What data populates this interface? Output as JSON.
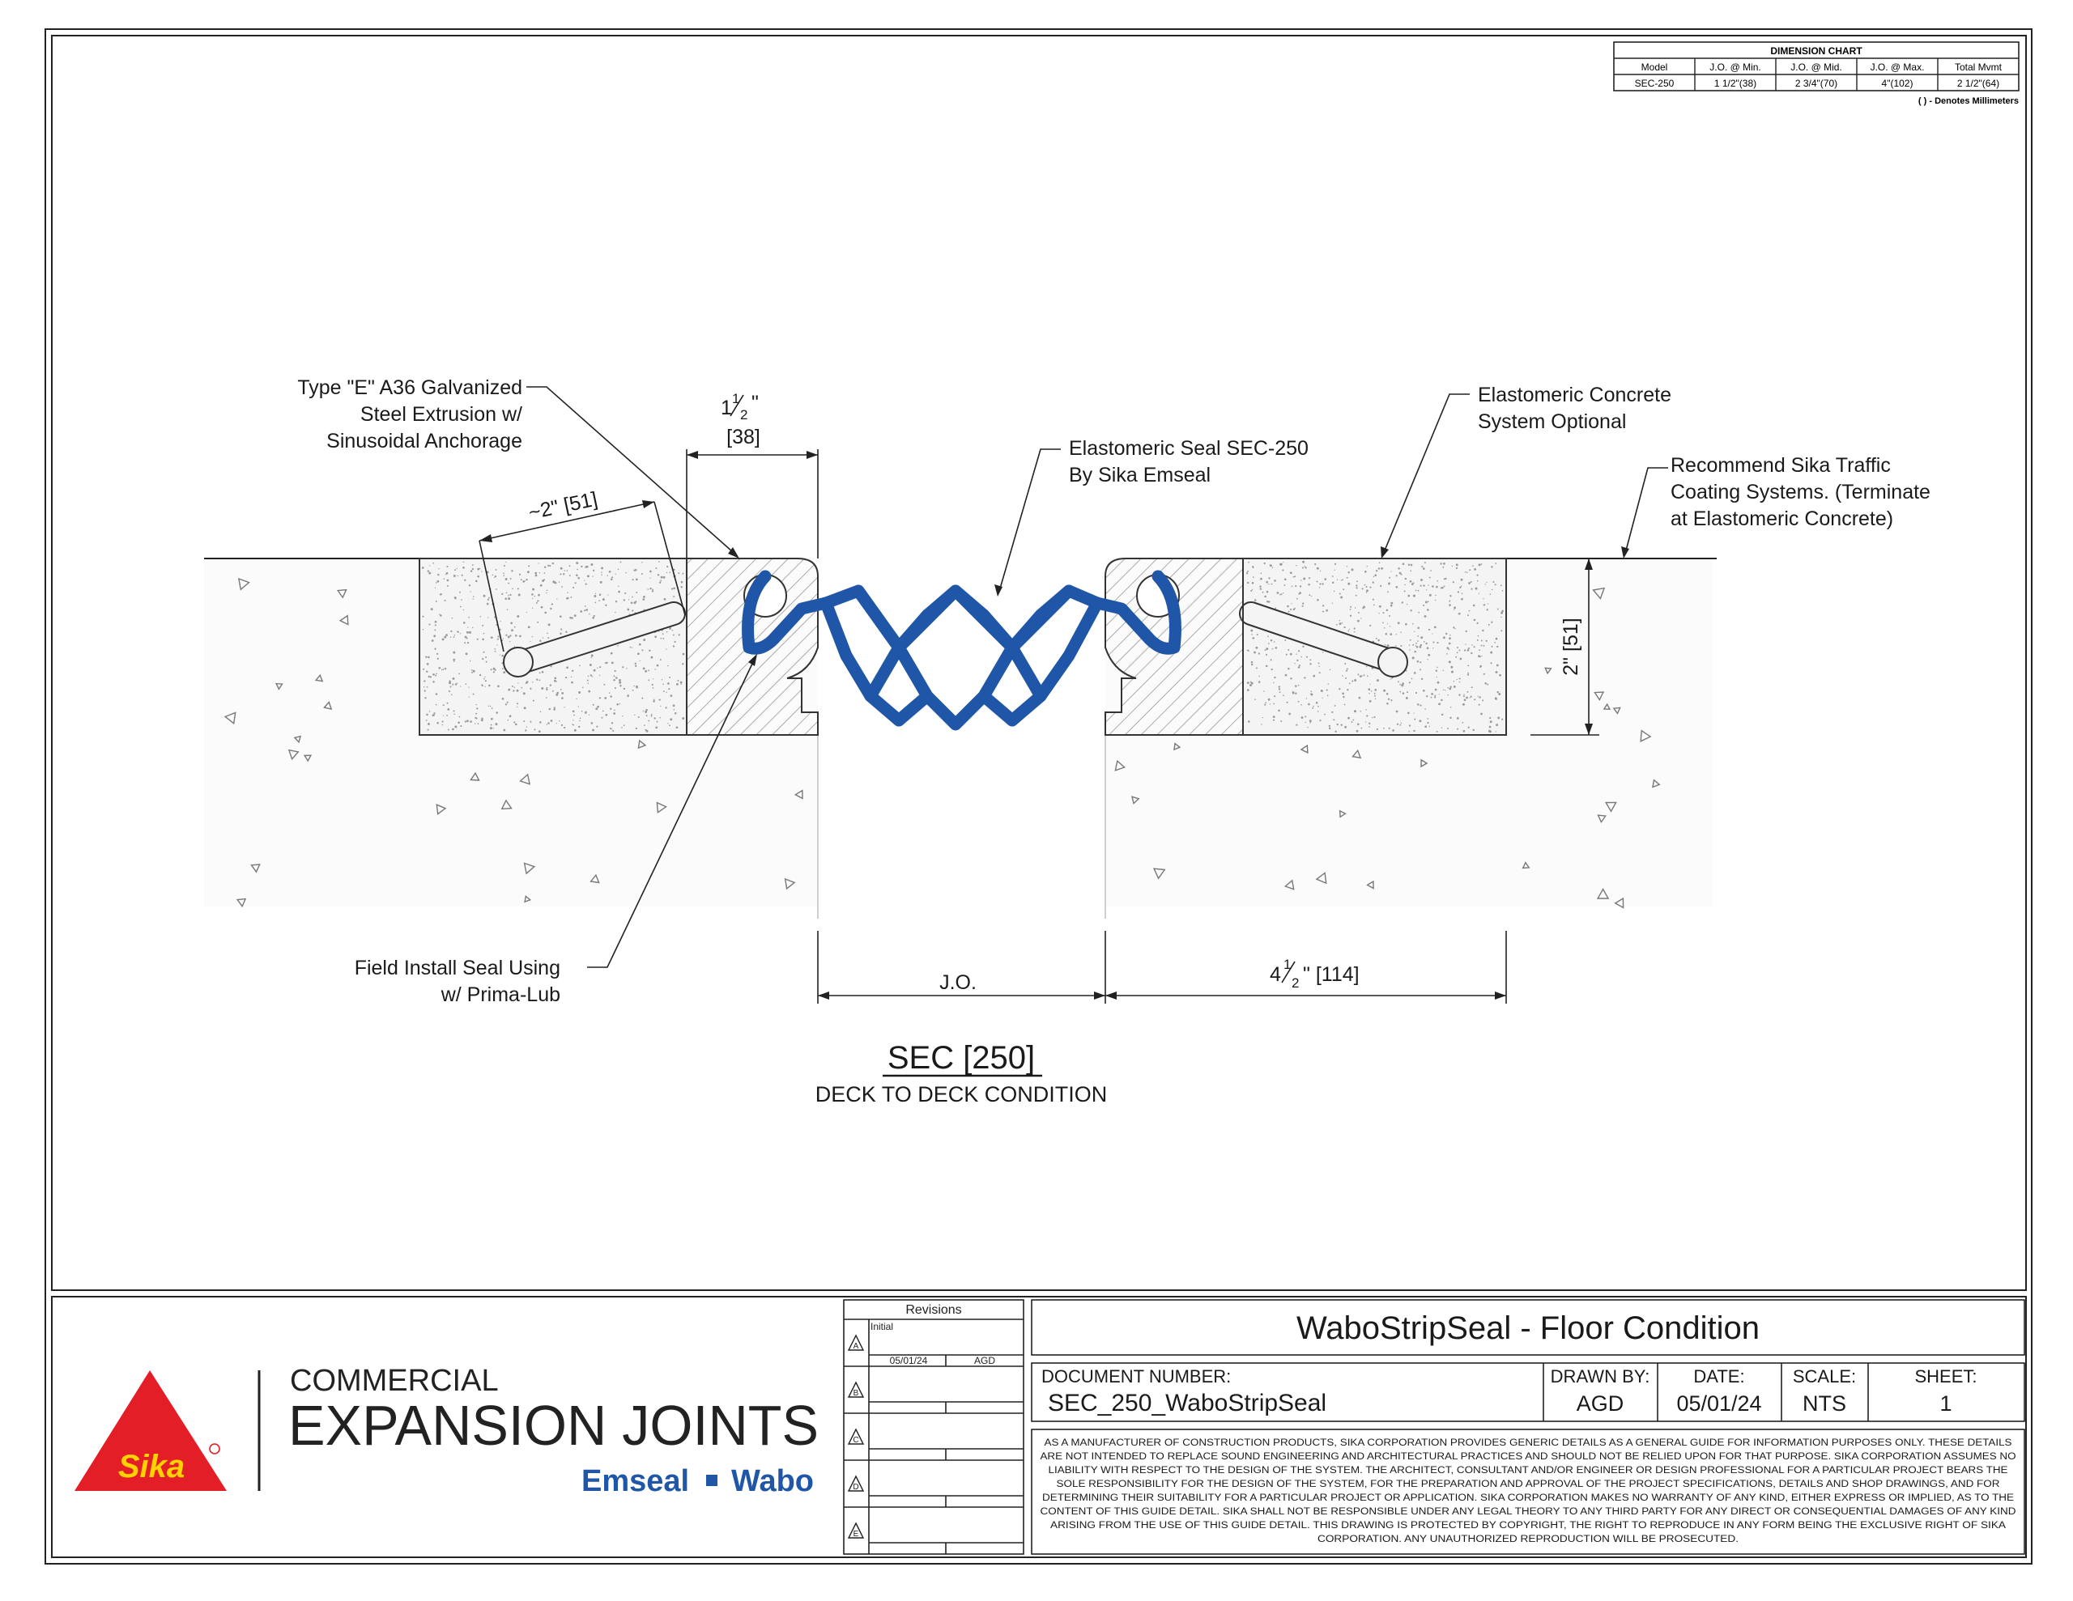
{
  "dimension_chart": {
    "title": "DIMENSION CHART",
    "headers": [
      "Model",
      "J.O. @ Min.",
      "J.O. @ Mid.",
      "J.O. @ Max.",
      "Total Mvmt"
    ],
    "row": [
      "SEC-250",
      "1 1/2\"(38)",
      "2 3/4\"(70)",
      "4\"(102)",
      "2 1/2\"(64)"
    ],
    "note": "( ) - Denotes Millimeters"
  },
  "callouts": {
    "steel_extrusion": [
      "Type \"E\" A36 Galvanized",
      "Steel Extrusion w/",
      "Sinusoidal Anchorage"
    ],
    "seal": [
      "Elastomeric Seal SEC-250",
      "By Sika Emseal"
    ],
    "concrete": [
      "Elastomeric Concrete",
      "System Optional"
    ],
    "coating": [
      "Recommend Sika Traffic",
      "Coating Systems. (Terminate",
      "at Elastomeric Concrete)"
    ],
    "field_install": [
      "Field Install Seal Using",
      "w/ Prima-Lub"
    ]
  },
  "dimensions": {
    "top_width_whole": "1",
    "top_width_num": "1",
    "top_width_den": "2",
    "top_width_in": "\"",
    "top_width_mm": "[38]",
    "anchor_length": "~2\" [51]",
    "depth": "2\" [51]",
    "jo": "J.O.",
    "right_width_whole": "4",
    "right_width_num": "1",
    "right_width_den": "2",
    "right_width_rest": "\" [114]"
  },
  "section": {
    "title": "SEC [250]",
    "subtitle": "DECK TO DECK CONDITION"
  },
  "revisions": {
    "title": "Revisions",
    "initial_label": "Initial",
    "date": "05/01/24",
    "initials": "AGD",
    "markers": [
      "A",
      "B",
      "C",
      "D",
      "E"
    ]
  },
  "logo": {
    "brand": "Sika",
    "line1": "COMMERCIAL",
    "line2": "EXPANSION JOINTS",
    "line3_a": "Emseal",
    "line3_b": "Wabo"
  },
  "title_block": {
    "title": "WaboStripSeal - Floor Condition",
    "doc_label": "DOCUMENT NUMBER:",
    "doc_value": "SEC_250_WaboStripSeal",
    "drawn_label": "DRAWN BY:",
    "drawn_value": "AGD",
    "date_label": "DATE:",
    "date_value": "05/01/24",
    "scale_label": "SCALE:",
    "scale_value": "NTS",
    "sheet_label": "SHEET:",
    "sheet_value": "1",
    "disclaimer": [
      "AS A MANUFACTURER OF CONSTRUCTION PRODUCTS, SIKA CORPORATION PROVIDES GENERIC DETAILS AS A GENERAL GUIDE FOR INFORMATION PURPOSES ONLY. THESE DETAILS",
      "ARE NOT INTENDED TO REPLACE SOUND ENGINEERING AND ARCHITECTURAL PRACTICES AND SHOULD NOT BE RELIED UPON FOR THAT PURPOSE. SIKA CORPORATION ASSUMES NO",
      "LIABILITY WITH RESPECT TO THE DESIGN OF THE SYSTEM. THE ARCHITECT, CONSULTANT AND/OR ENGINEER OR DESIGN PROFESSIONAL FOR A PARTICULAR PROJECT BEARS THE",
      "SOLE RESPONSIBILITY FOR THE DESIGN OF THE SYSTEM, FOR THE PREPARATION AND APPROVAL OF THE PROJECT SPECIFICATIONS, DETAILS AND SHOP DRAWINGS, AND FOR",
      "DETERMINING THEIR SUITABILITY FOR A PARTICULAR PROJECT OR APPLICATION. SIKA CORPORATION MAKES NO WARRANTY OF ANY KIND, EITHER EXPRESS OR IMPLIED, AS TO THE",
      "CONTENT OF THIS GUIDE DETAIL. SIKA SHALL NOT BE RESPONSIBLE UNDER ANY LEGAL THEORY TO ANY THIRD PARTY FOR ANY DIRECT OR CONSEQUENTIAL DAMAGES OF ANY KIND",
      "ARISING FROM THE USE OF THIS GUIDE DETAIL. THIS DRAWING IS PROTECTED BY COPYRIGHT, THE RIGHT TO REPRODUCE IN ANY FORM BEING THE EXCLUSIVE RIGHT OF SIKA",
      "CORPORATION. ANY UNAUTHORIZED REPRODUCTION WILL BE PROSECUTED."
    ]
  },
  "colors": {
    "seal_blue": "#1f56a8",
    "sika_red": "#e41e26",
    "emseal_blue": "#1f56a8",
    "ink": "#1a1a1a"
  }
}
